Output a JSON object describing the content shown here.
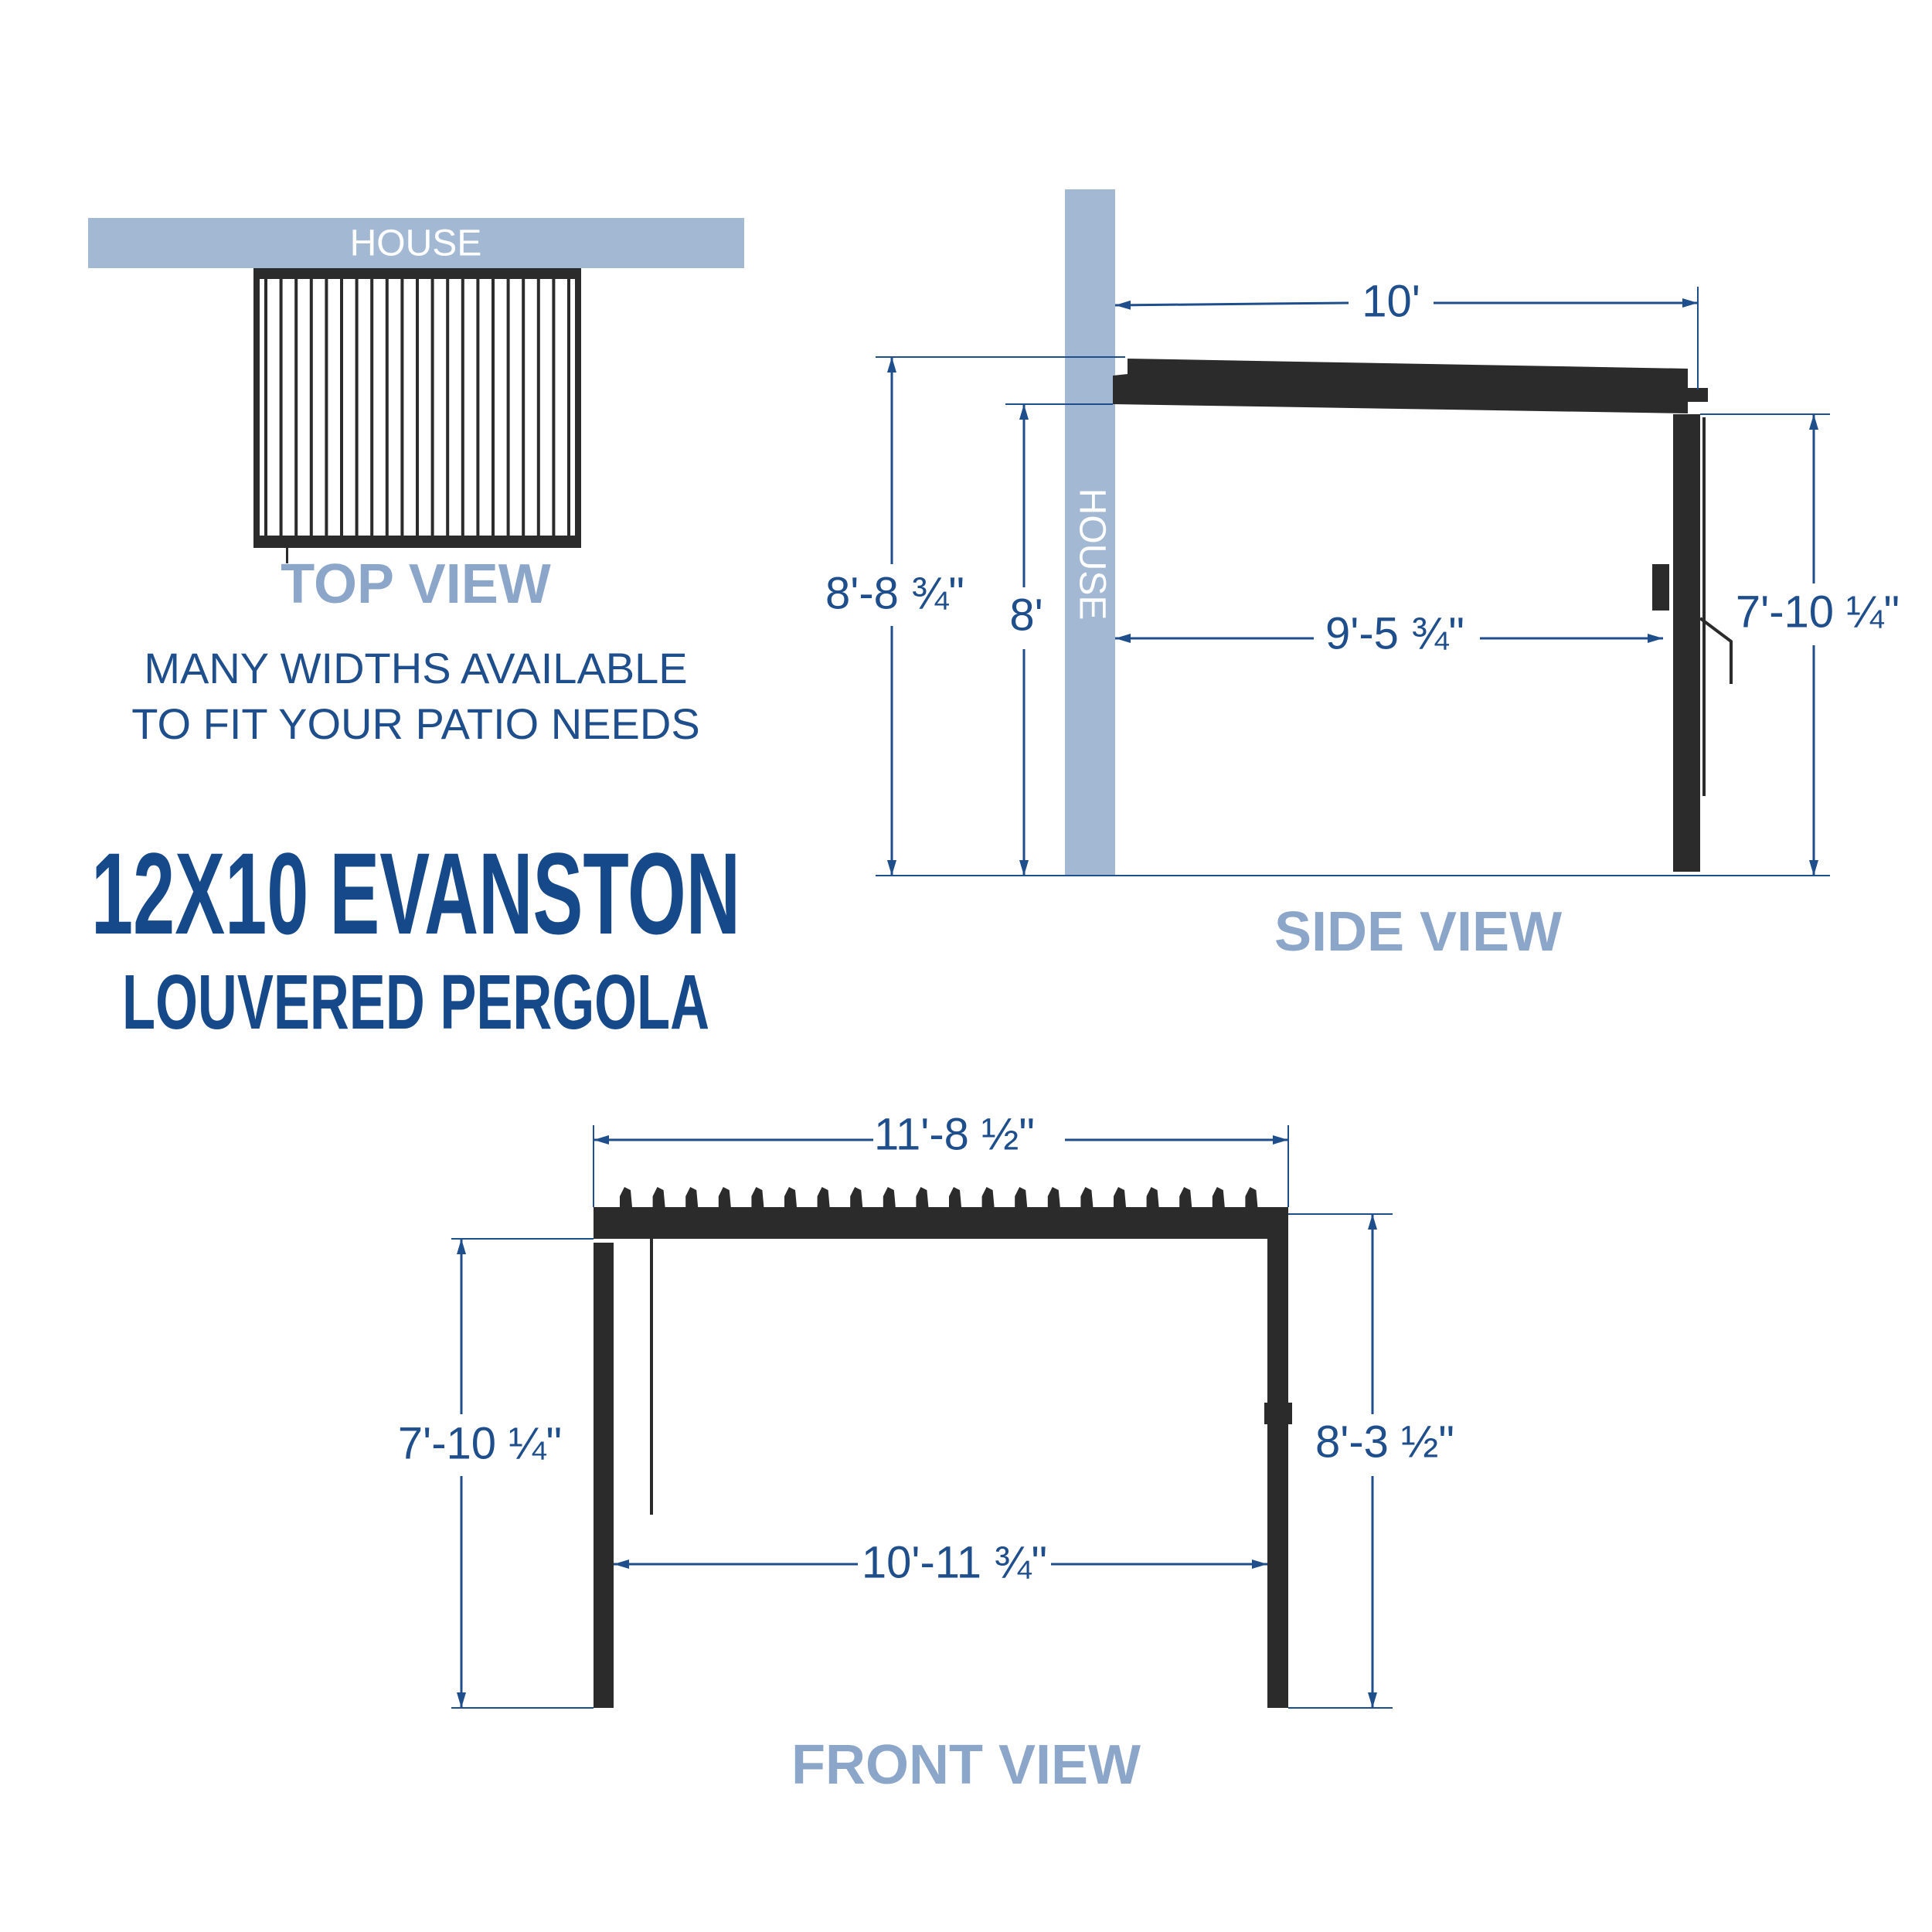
{
  "colors": {
    "dimension": "#1f4e8c",
    "house": "#a3b9d3",
    "title": "#16498a",
    "view_label": "#8ba6c9",
    "frame": "#2b2b2b"
  },
  "top_view": {
    "house_label": "HOUSE",
    "view_label": "TOP VIEW",
    "note_lines": [
      "MANY WIDTHS AVAILABLE",
      "TO FIT YOUR PATIO NEEDS"
    ]
  },
  "title": {
    "line1": "12X10 EVANSTON",
    "line2": "LOUVERED PERGOLA"
  },
  "side_view": {
    "house_label": "HOUSE",
    "view_label": "SIDE VIEW",
    "dimensions": {
      "depth": "10'",
      "overall_height": "8'-8 ¾\"",
      "wall_mount_height": "8'",
      "clear_depth": "9'-5 ¾\"",
      "post_height": "7'-10 ¼\""
    }
  },
  "front_view": {
    "view_label": "FRONT VIEW",
    "dimensions": {
      "overall_width": "11'-8 ½\"",
      "clear_height": "7'-10 ¼\"",
      "overall_height": "8'-3 ½\"",
      "clear_width": "10'-11 ¾\""
    }
  }
}
